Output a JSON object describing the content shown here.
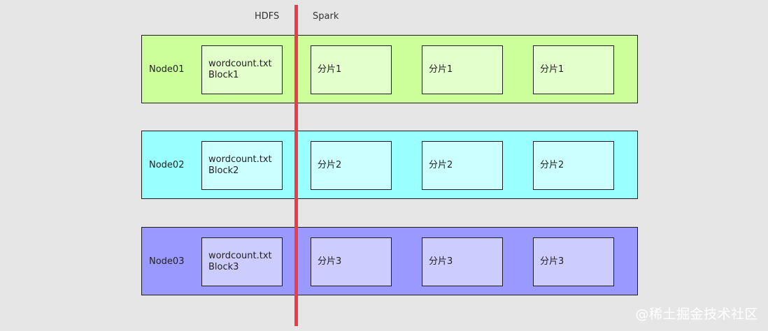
{
  "headers": {
    "left": "HDFS",
    "right": "Spark"
  },
  "nodes": [
    {
      "label": "Node01",
      "row_color": "#ccff99",
      "box_color": "#e3ffcc",
      "block_file": "wordcount.txt",
      "block_name": "Block1",
      "shards": [
        "分片1",
        "分片1",
        "分片1"
      ]
    },
    {
      "label": "Node02",
      "row_color": "#99ffff",
      "box_color": "#ccffff",
      "block_file": "wordcount.txt",
      "block_name": "Block2",
      "shards": [
        "分片2",
        "分片2",
        "分片2"
      ]
    },
    {
      "label": "Node03",
      "row_color": "#9999ff",
      "box_color": "#ccccff",
      "block_file": "wordcount.txt",
      "block_name": "Block3",
      "shards": [
        "分片3",
        "分片3",
        "分片3"
      ]
    }
  ],
  "divider_color": "#ef3b47",
  "watermark": "@稀土掘金技术社区"
}
